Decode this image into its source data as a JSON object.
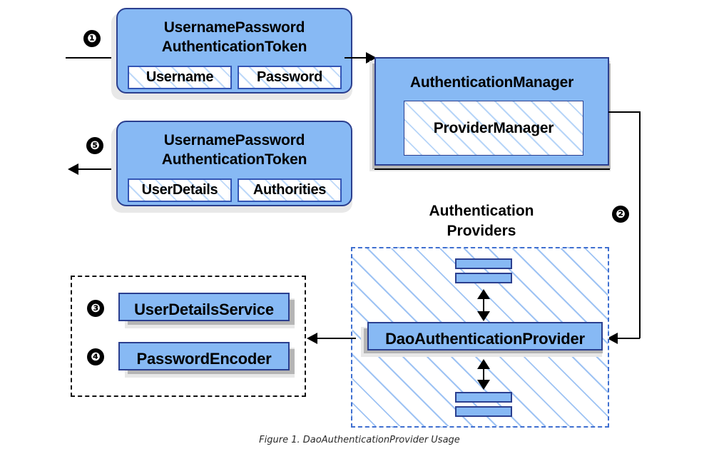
{
  "figure": {
    "caption": "Figure 1. DaoAuthenticationProvider Usage"
  },
  "steps": {
    "one": "❶",
    "two": "❷",
    "three": "❸",
    "four": "❹",
    "five": "❺"
  },
  "nodes": {
    "request_token": {
      "title_line1": "UsernamePassword",
      "title_line2": "AuthenticationToken",
      "slot_left": "Username",
      "slot_right": "Password"
    },
    "response_token": {
      "title_line1": "UsernamePassword",
      "title_line2": "AuthenticationToken",
      "slot_left": "UserDetails",
      "slot_right": "Authorities"
    },
    "authentication_manager": {
      "title": "AuthenticationManager",
      "inner": "ProviderManager"
    },
    "authentication_providers": {
      "label_line1": "Authentication",
      "label_line2": "Providers",
      "primary_provider": "DaoAuthenticationProvider"
    },
    "dependencies": {
      "user_details_service": "UserDetailsService",
      "password_encoder": "PasswordEncoder"
    }
  },
  "colors": {
    "box_fill": "#87b9f4",
    "box_border": "#2b3f8f",
    "dashed_blue": "#3f6fd0",
    "dashed_black": "#111111",
    "hatch": "#7dafe0",
    "shadow_grey": "#b5b5b5",
    "shadow_soft": "#e8e8e8",
    "line": "#000000",
    "background": "#ffffff"
  }
}
